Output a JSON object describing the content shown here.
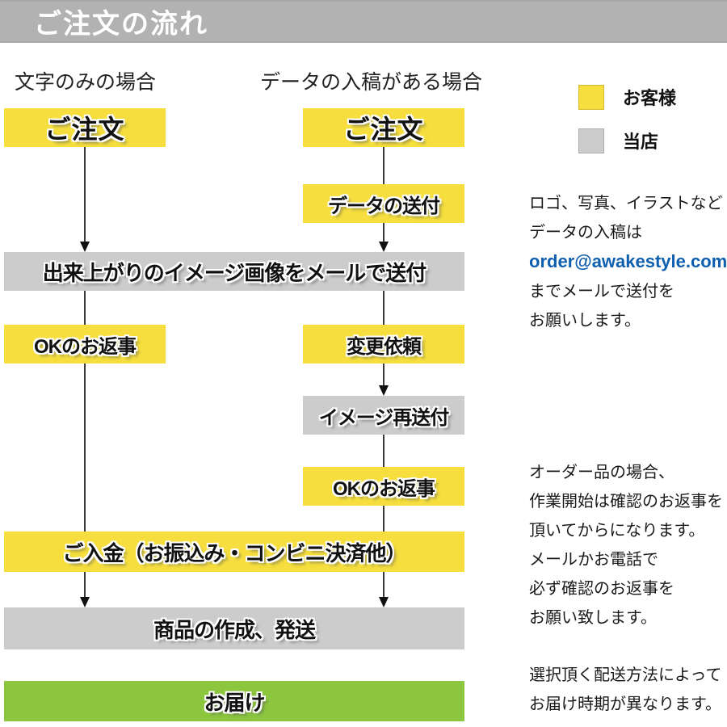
{
  "header": {
    "title": "ご注文の流れ"
  },
  "column_headers": {
    "left": "文字のみの場合",
    "right": "データの入稿がある場合"
  },
  "legend": {
    "items": [
      {
        "label": "お客様",
        "color": "#f5de3d"
      },
      {
        "label": "当店",
        "color": "#cccccc"
      }
    ]
  },
  "colors": {
    "header_band": "#b2b2b2",
    "customer_yellow": "#f5de3d",
    "shop_gray": "#cccccc",
    "delivery_green": "#8cc63f",
    "email_blue": "#0e5fb0",
    "connector": "#3a3a3a"
  },
  "flow_boxes": {
    "order_left": "ご注文",
    "order_right": "ご注文",
    "data_send": "データの送付",
    "image_mail": "出来上がりのイメージ画像をメールで送付",
    "ok_left": "OKのお返事",
    "change_request": "変更依頼",
    "image_resend": "イメージ再送付",
    "ok_right": "OKのお返事",
    "payment": "ご入金（お振込み・コンビニ決済他）",
    "production": "商品の作成、発送",
    "delivery": "お届け"
  },
  "notes": {
    "upload": {
      "line1": "ロゴ、写真、イラストなど",
      "line2": "データの入稿は",
      "email": "order@awakestyle.com",
      "line4": "までメールで送付を",
      "line5": "お願いします。"
    },
    "confirm": {
      "line1": "オーダー品の場合、",
      "line2": "作業開始は確認のお返事を",
      "line3": "頂いてからになります。",
      "line4": "メールかお電話で",
      "line5": "必ず確認のお返事を",
      "line6": "お願い致します。"
    },
    "shipping": {
      "line1": "選択頂く配送方法によって",
      "line2": "お届け時期が異なります。"
    }
  }
}
